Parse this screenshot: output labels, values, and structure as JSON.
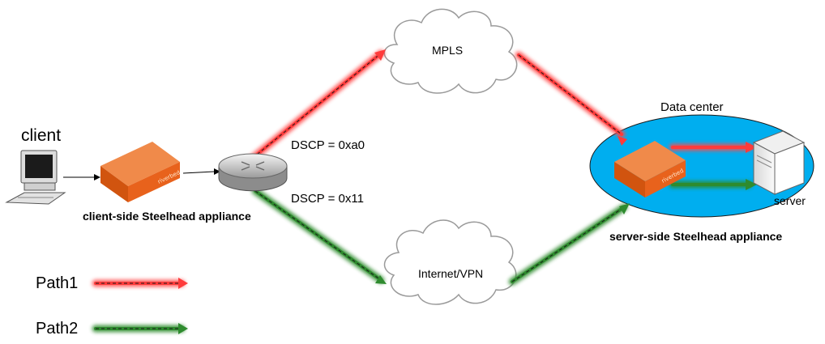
{
  "labels": {
    "client": "client",
    "client_side_steelhead": "client-side Steelhead appliance",
    "dscp_path1": "DSCP = 0xa0",
    "dscp_path2": "DSCP = 0x11",
    "mpls": "MPLS",
    "internet_vpn": "Internet/VPN",
    "data_center": "Data center",
    "server": "server",
    "server_side_steelhead": "server-side Steelhead appliance"
  },
  "legend": {
    "path1": "Path1",
    "path2": "Path2"
  },
  "colors": {
    "path1": "#ff3b3b",
    "path2": "#2e8b2e",
    "steelhead": "#e8621c",
    "data_center": "#00aeef",
    "cloud_stroke": "#999999"
  }
}
